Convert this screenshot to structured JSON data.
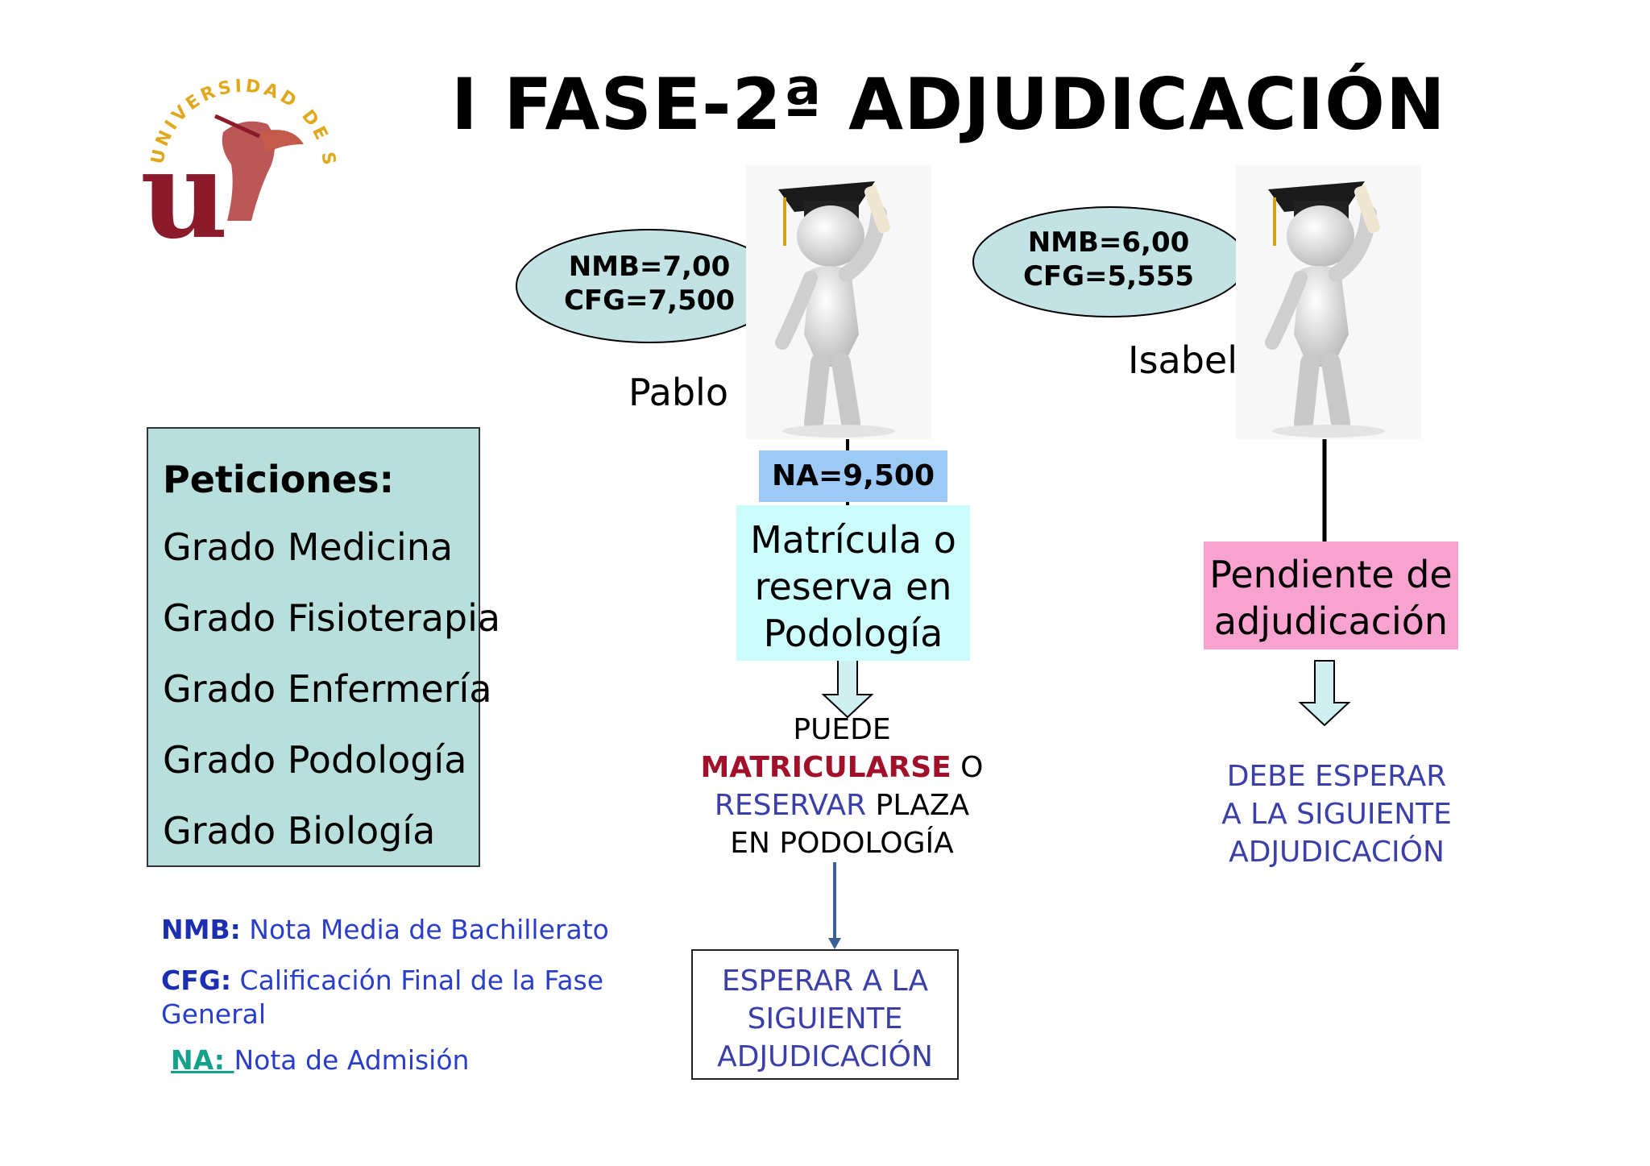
{
  "title": "I FASE-2ª ADJUDICACIÓN",
  "logo": {
    "name": "Universidad de Sevilla logo",
    "letter": "u",
    "ring_text": "UNIVERSIDAD DE SEVILLA",
    "colors": {
      "ring_text": "#e0a81c",
      "letter": "#8b1a2b"
    }
  },
  "students": [
    {
      "name": "Pablo",
      "nmb": "NMB=7,00",
      "cfg": "CFG=7,500"
    },
    {
      "name": "Isabel",
      "nmb": "NMB=6,00",
      "cfg": "CFG=5,555"
    }
  ],
  "peticiones": {
    "title": "Peticiones:",
    "items": [
      "Grado Medicina",
      "Grado Fisioterapia",
      "Grado Enfermería",
      "Grado Podología",
      "Grado Biología"
    ]
  },
  "legend": {
    "nmb_key": "NMB:",
    "nmb_text": " Nota Media de Bachillerato",
    "cfg_key": "CFG:",
    "cfg_text_1": " Calificación Final de la Fase",
    "cfg_text_2": "General",
    "na_key": "NA: ",
    "na_text": "Nota de Admisión"
  },
  "pablo_flow": {
    "na": "NA=9,500",
    "status": [
      "Matrícula o",
      "reserva en",
      "Podología"
    ],
    "outcome": {
      "line1": "PUEDE",
      "strong": "MATRICULARSE",
      "line2_rest": " O",
      "blue": "RESERVAR",
      "line3_rest": " PLAZA",
      "line4": "EN PODOLOGÍA"
    },
    "next": [
      "ESPERAR A LA",
      "SIGUIENTE",
      "ADJUDICACIÓN"
    ]
  },
  "isabel_flow": {
    "status": [
      "Pendiente de",
      "adjudicación"
    ],
    "outcome": [
      "DEBE ESPERAR",
      "A LA SIGUIENTE",
      "ADJUDICACIÓN"
    ]
  },
  "colors": {
    "peticiones_bg": "#b9dfdc",
    "bubble_bg": "#c3e2e3",
    "na_bg": "#9dc9f5",
    "matricula_bg": "#cdfcfd",
    "pendiente_bg": "#f7a2cf",
    "legend_text": "#2b3ec9",
    "outcome_text": "#3b3fa8",
    "emphasis_red": "#a0102a",
    "na_key_color": "#14a08a"
  }
}
